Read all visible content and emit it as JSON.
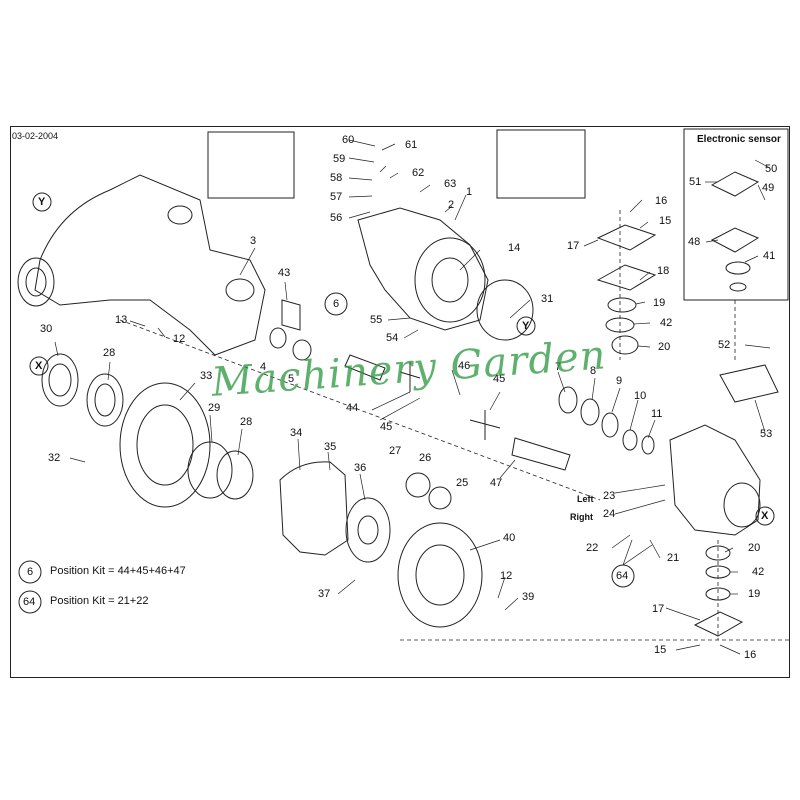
{
  "date_stamp": "03-02-2004",
  "inset_sensor_title": "Electronic sensor",
  "hand_labels": {
    "left": "Left",
    "right": "Right"
  },
  "legend": [
    {
      "badge": "6",
      "text": "Position Kit = 44+45+46+47"
    },
    {
      "badge": "64",
      "text": "Position Kit = 21+22"
    }
  ],
  "circle_markers": {
    "y_top": "Y",
    "y_right": "Y",
    "x_left": "X",
    "x_right": "X"
  },
  "watermark": "Machinery Garden",
  "part_numbers": {
    "p1": "1",
    "p2": "2",
    "p3": "3",
    "p4": "4",
    "p5": "5",
    "p7": "7",
    "p8": "8",
    "p9": "9",
    "p10": "10",
    "p11": "11",
    "p12a": "12",
    "p12b": "12",
    "p13": "13",
    "p14": "14",
    "p15a": "15",
    "p15b": "15",
    "p16a": "16",
    "p16b": "16",
    "p17a": "17",
    "p17b": "17",
    "p18": "18",
    "p19a": "19",
    "p19b": "19",
    "p20a": "20",
    "p20b": "20",
    "p21": "21",
    "p22": "22",
    "p23": "23",
    "p24": "24",
    "p25": "25",
    "p26": "26",
    "p27": "27",
    "p28a": "28",
    "p28b": "28",
    "p29": "29",
    "p30": "30",
    "p31": "31",
    "p32": "32",
    "p33": "33",
    "p34": "34",
    "p35": "35",
    "p36": "36",
    "p37": "37",
    "p39": "39",
    "p40": "40",
    "p41": "41",
    "p42a": "42",
    "p42b": "42",
    "p43": "43",
    "p44": "44",
    "p45a": "45",
    "p45b": "45",
    "p46": "46",
    "p47": "47",
    "p48": "48",
    "p49": "49",
    "p50": "50",
    "p51": "51",
    "p52": "52",
    "p53": "53",
    "p54": "54",
    "p55": "55",
    "p56": "56",
    "p57": "57",
    "p58": "58",
    "p59": "59",
    "p60": "60",
    "p61": "61",
    "p62": "62",
    "p63": "63",
    "p6b": "6",
    "p64b": "64"
  },
  "colors": {
    "line": "#222222",
    "watermark": "#2e9a44",
    "background": "#ffffff"
  }
}
